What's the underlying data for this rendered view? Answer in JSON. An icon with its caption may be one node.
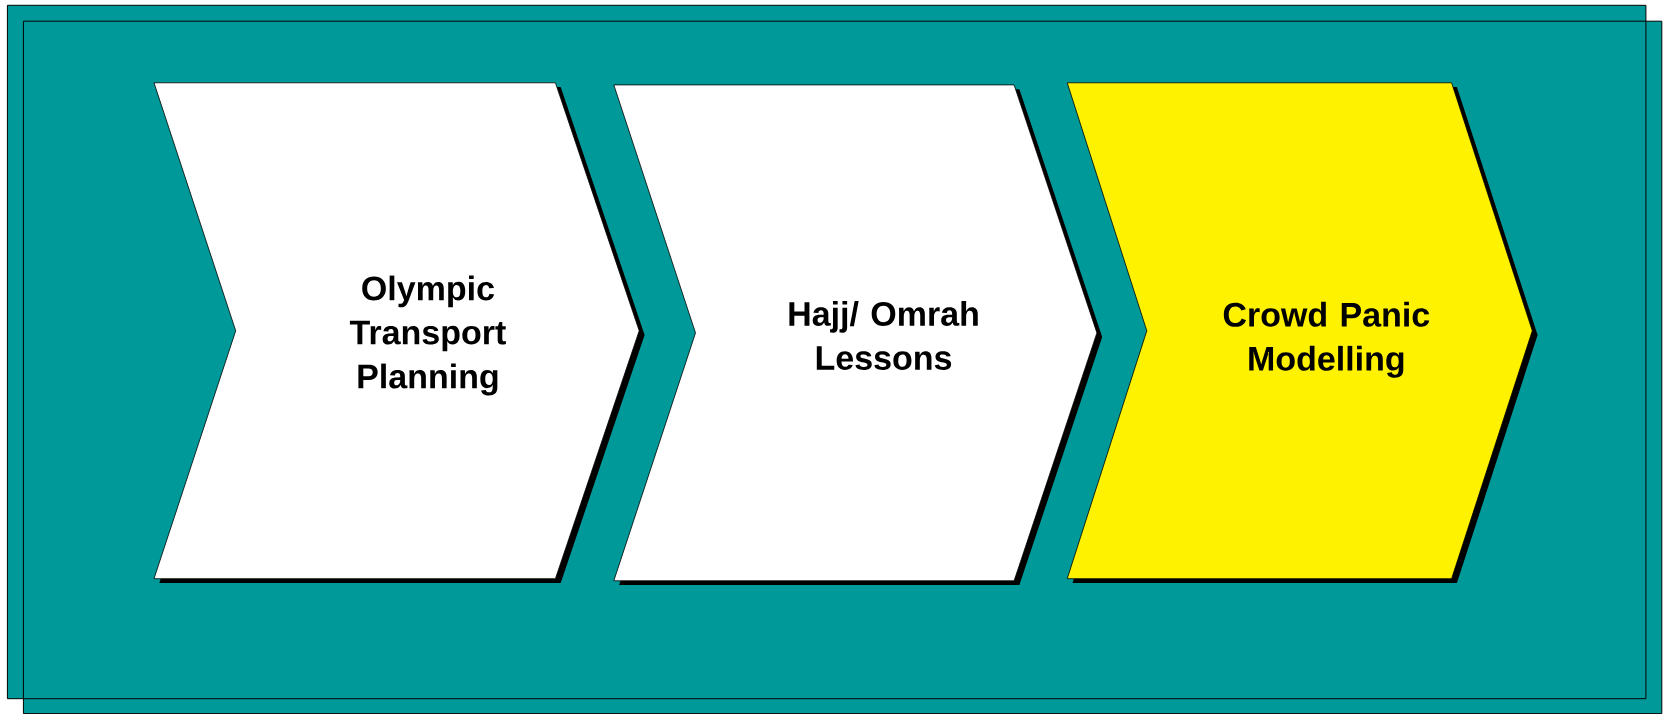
{
  "diagram": {
    "nodes": [
      {
        "text": [
          "Olympic Transport Planning"
        ]
      },
      {
        "text": [
          "Hajj/ Omrah Lessons"
        ]
      },
      {
        "text": [
          "Crowd Panic Modelling"
        ]
      }
    ]
  }
}
